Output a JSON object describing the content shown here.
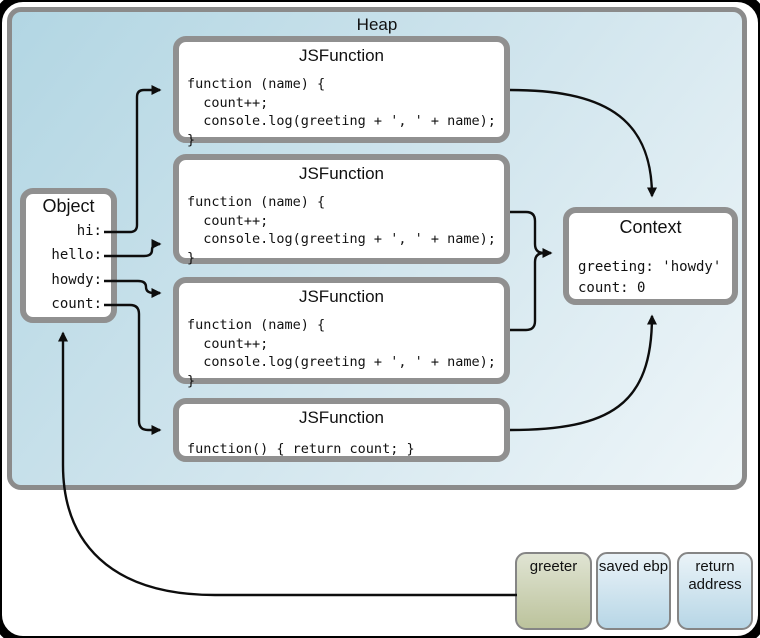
{
  "heap": {
    "title": "Heap"
  },
  "object_box": {
    "title": "Object",
    "fields": [
      {
        "label": "hi:"
      },
      {
        "label": "hello:"
      },
      {
        "label": "howdy:"
      },
      {
        "label": "count:"
      }
    ]
  },
  "js_functions": [
    {
      "title": "JSFunction",
      "code": [
        "function (name) {",
        "  count++;",
        "  console.log(greeting + ', ' + name);",
        "}"
      ]
    },
    {
      "title": "JSFunction",
      "code": [
        "function (name) {",
        "  count++;",
        "  console.log(greeting + ', ' + name);",
        "}"
      ]
    },
    {
      "title": "JSFunction",
      "code": [
        "function (name) {",
        "  count++;",
        "  console.log(greeting + ', ' + name);",
        "}"
      ]
    },
    {
      "title": "JSFunction",
      "code": [
        "function() { return count; }"
      ]
    }
  ],
  "context_box": {
    "title": "Context",
    "lines": [
      "greeting: 'howdy'",
      "count: 0"
    ]
  },
  "stack_frames": [
    {
      "label": "greeter",
      "fill_top": "#e0e4d3",
      "fill_bottom": "#bcc39c"
    },
    {
      "label": "saved ebp",
      "fill_top": "#eaf3f8",
      "fill_bottom": "#b7d6e6"
    },
    {
      "label": "return address",
      "fill_top": "#eaf3f8",
      "fill_bottom": "#b7d6e6"
    }
  ],
  "colors": {
    "heap_gradient_top": "#b2d6e3",
    "heap_gradient_bottom": "#eff6f9",
    "box_border": "#909090",
    "heap_border": "#8b8b8b",
    "arrow": "#0d0d0d"
  }
}
